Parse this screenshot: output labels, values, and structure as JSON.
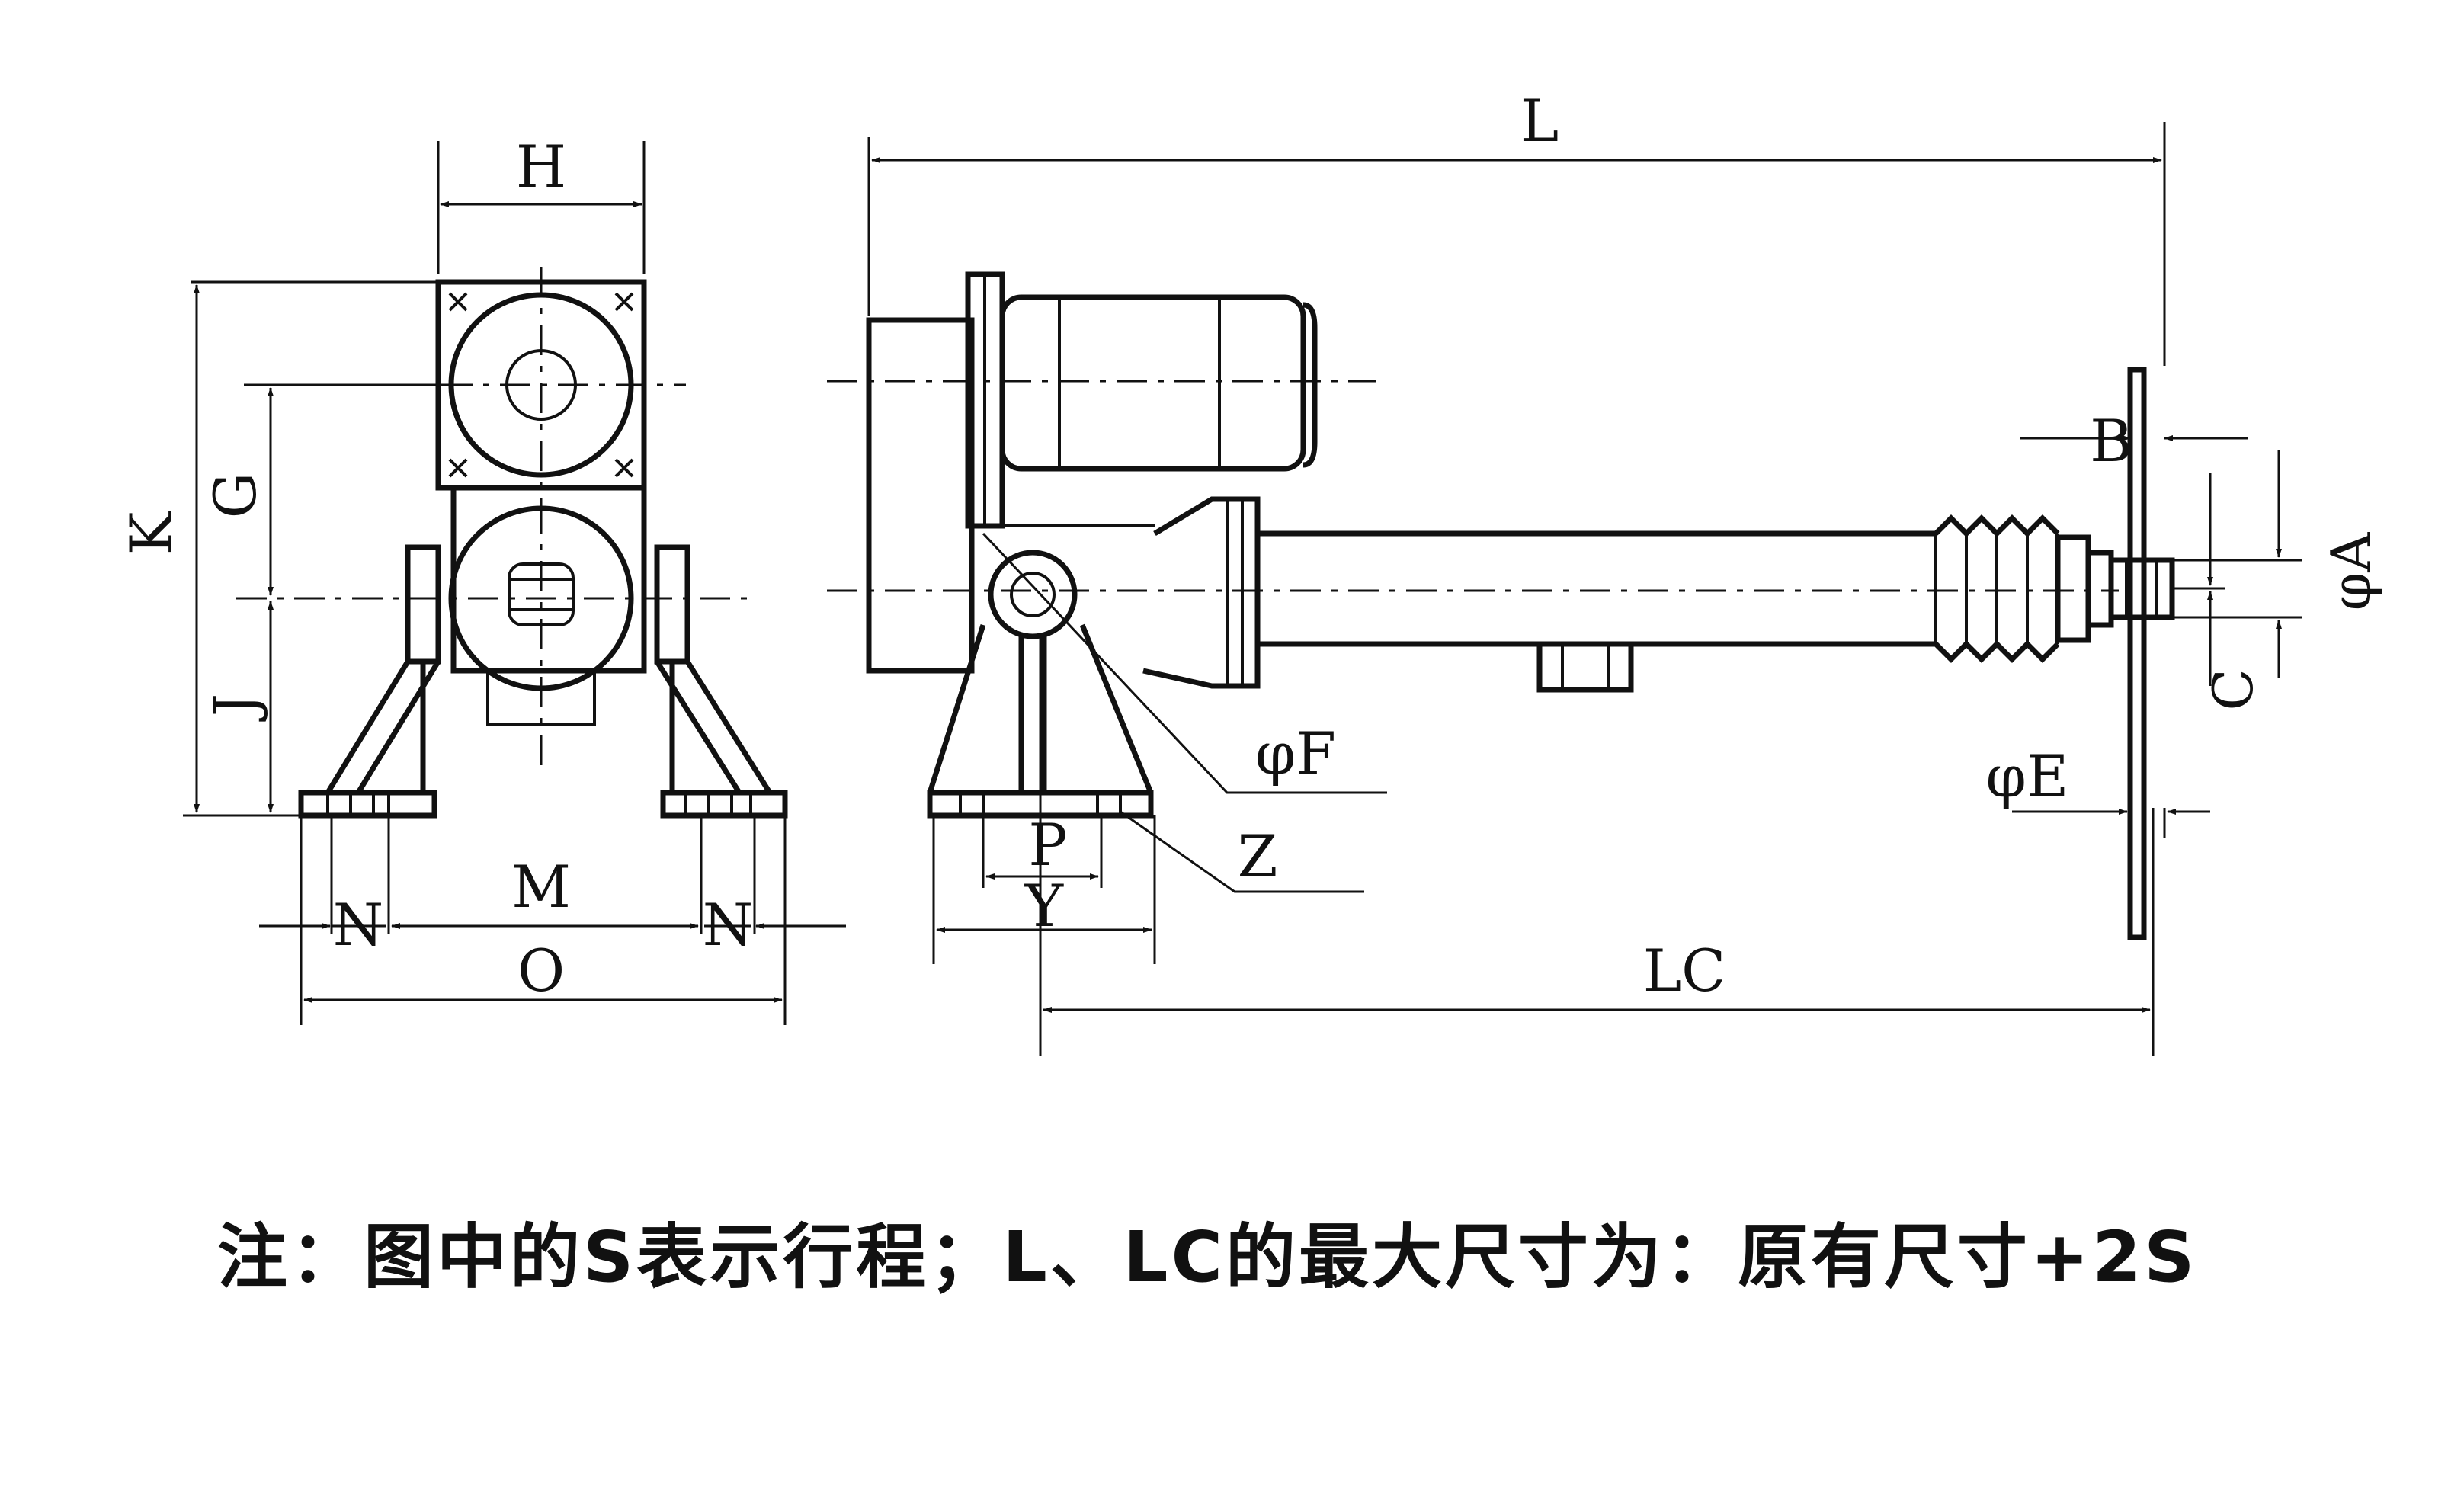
{
  "labels": {
    "H": "H",
    "K": "K",
    "G": "G",
    "J": "J",
    "M": "M",
    "N": "N",
    "O": "O",
    "L": "L",
    "LC": "LC",
    "P": "P",
    "Y": "Y",
    "Z": "Z",
    "B": "B",
    "A": "φA",
    "C": "C",
    "E": "φE",
    "F": "φF"
  },
  "note": "注：图中的S表示行程；L、LC的最大尺寸为：原有尺寸+2S"
}
